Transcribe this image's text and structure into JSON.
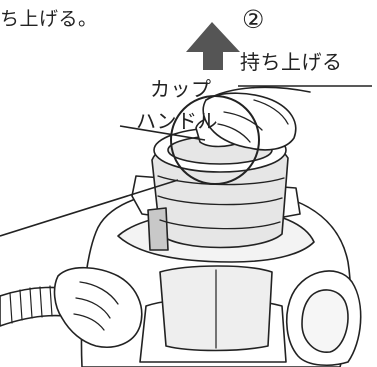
{
  "instruction": {
    "top_text": "ち上げる。",
    "step_number": "②",
    "step_action": "持ち上げる"
  },
  "part_label": {
    "line1": "カップ",
    "line2": "ハンドル"
  },
  "colors": {
    "arrow": "#555555",
    "line": "#222222",
    "body_fill": "#ffffff",
    "cup_shade": "#e6e6e6",
    "cup_dark": "#c8c8c8",
    "window_gray": "#eeeeee"
  },
  "icons": {
    "arrow": "up-arrow-icon",
    "cleaner": "vacuum-cleaner-illustration"
  }
}
